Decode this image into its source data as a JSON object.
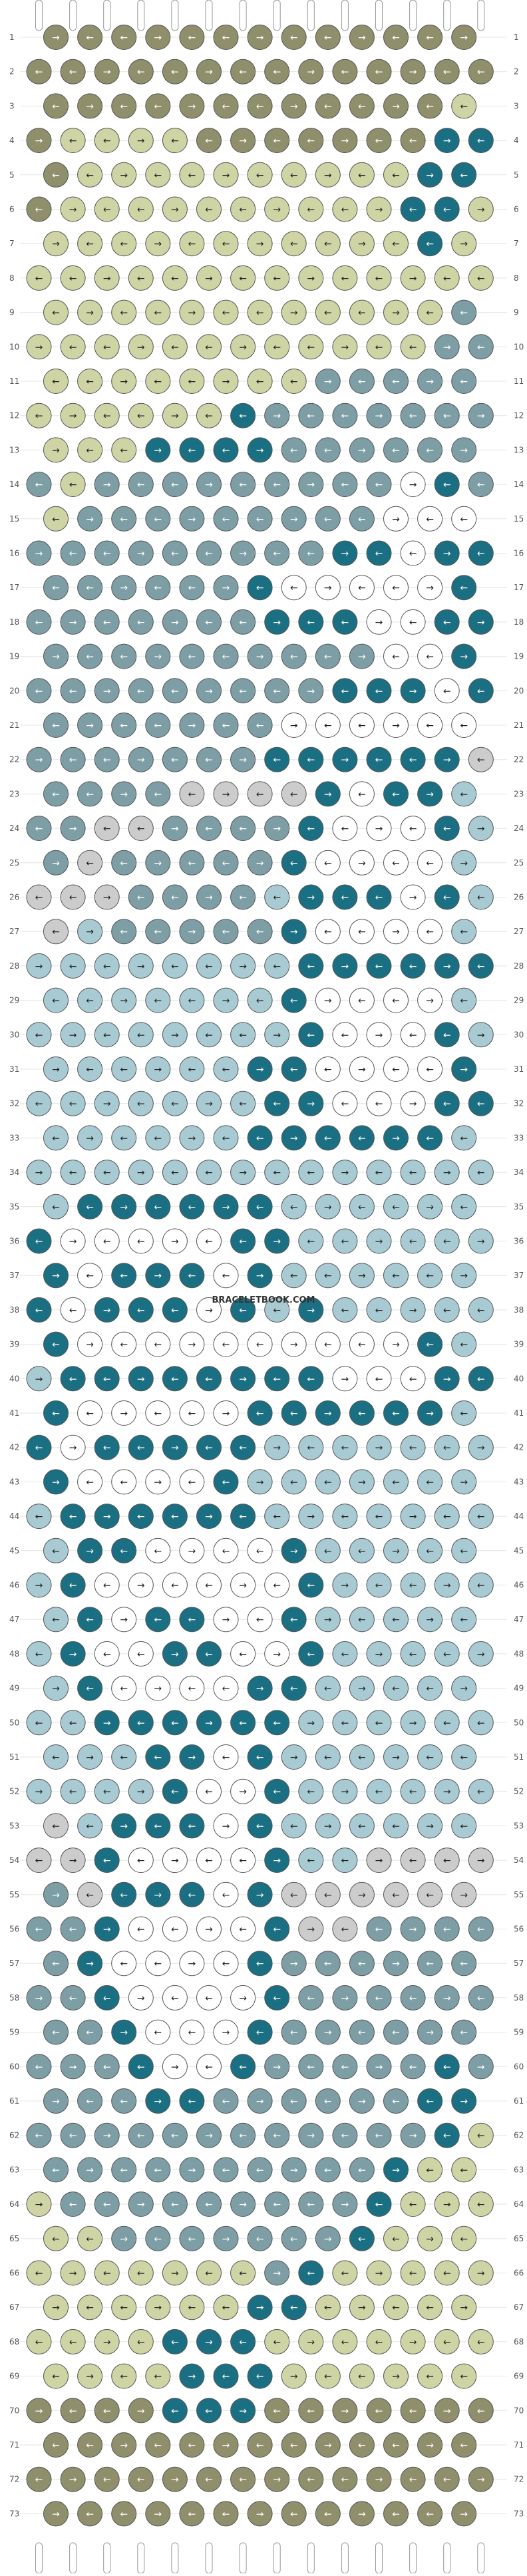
{
  "pattern": {
    "watermark": "BRACELETBOOK.COM",
    "rows_label_start": 1,
    "rows_label_end": 73,
    "row_numbers": [
      1,
      2,
      3,
      4,
      5,
      6,
      7,
      8,
      9,
      10,
      11,
      12,
      13,
      14,
      15,
      16,
      17,
      18,
      19,
      20,
      21,
      22,
      23,
      24,
      25,
      26,
      27,
      28,
      29,
      30,
      31,
      32,
      33,
      34,
      35,
      36,
      37,
      38,
      39,
      40,
      41,
      42,
      43,
      44,
      45,
      46,
      47,
      48,
      49,
      50,
      51,
      52,
      53,
      54,
      55,
      56,
      57,
      58,
      59,
      60,
      61,
      62,
      63,
      64,
      65,
      66,
      67,
      68,
      69,
      70,
      71,
      72,
      73
    ],
    "strings": 14,
    "colors": {
      "A": "#8f8f6c",
      "B": "#cfd4a4",
      "C": "#7e9ea6",
      "D": "#1b6f82",
      "E": "#ffffff",
      "F": "#cccccc",
      "G": "#a8cad3"
    },
    "rows": [
      "AAAAAAAAAAAAA",
      "AAAAAAAAAAAAAA",
      "AAAAAAAAAAAAB",
      "ABBBBAAAAAAADD",
      "ABBBBBBBBBBDD",
      "ABBBBBBBBBBDDB",
      "BBBBBBBBBBBDB",
      "BBBBBBBBBBBBBB",
      "BBBBBBBBBBBBC",
      "BBBBBBBBBBBBCC",
      "BBBBBBBBCCCCC",
      "BBBBBBDCCCCCCC",
      "BBBDDDDCCCCCC",
      "CBCCCCCCCCCEDC",
      "BCCCCCCCCCEEE",
      "CCCCCCCCCDDEDD",
      "CCCCCCDEEEEED",
      "CCCCCCCDDDEEDD",
      "CCCCCCCCCCEED",
      "CCCCCCCCCDDDED",
      "CCCCCCCEEEEEE",
      "CCCCCCCDDDDDDF",
      "CCCCFFFFDEDDG",
      "CCFFCCCCDEEEDG",
      "CFCCCCCDEEEEG",
      "FFFCCCCGDDDEDG",
      "FGCCCCCDEEEEG",
      "GGGGGGGGDDDDDD",
      "GGGGGGGDEEEEG",
      "GGGGGGGGDEEEDG",
      "GGGGGGDDEEEED",
      "GGGGGGGDDEEEDD",
      "GGGGGGDDDDDDG",
      "GGGGGGGGGGGGGG",
      "GDDDDDDGGGGGG",
      "DEEEEEDDGGGGGG",
      "DEDDDEDGGGGGG",
      "DEDDDEDGDGGGGG",
      "DEEEEEEEEEEDG",
      "GDDDDDDDDEEEDD",
      "DEEEEEDDDDDDG",
      "DEDDDDDGGGGGGG",
      "DEEEEDGGGGGGG",
      "GDDDDDDGGGGGGG",
      "GDDEEEEDGGGGG",
      "GDEEEEEEDGGGGG",
      "GDEDDEEDGGGGG",
      "GDEEDDEEDGGGGG",
      "GDEEEEDDGGGGG",
      "GGDDDDDDGGGGGG",
      "GGGDDEDGGGGGG",
      "GGGGDEEDGGGGGG",
      "FGDDDEDGGGGGG",
      "FFDEEEEDGGFFFF",
      "CFDDDEDFFFFFF",
      "CCDEEEEDFFCCCC",
      "CDEEEEDCCCCCC",
      "CCDEEEEDCCCCCC",
      "CCDEEEDCCCCCC",
      "CCCDEEDCCCCCDC",
      "CCCDDCCCCCCDD",
      "CCCCCCCCCCCCDB",
      "CCCCCCCCCCDBB",
      "BCCCCCCCCCDBBB",
      "BBCCCCCCCDBBB",
      "BBBBBBBCDBBBBB",
      "BBBBBBDDBBBBB",
      "BBBBDDDBBBBBBB",
      "BBBBDDDBBBBBB",
      "AAAADDDAAAAAAA",
      "AAAAAAAAAAAAA",
      "AAAAAAAAAAAAAA",
      "AAAAAAAAAAAAA"
    ]
  }
}
